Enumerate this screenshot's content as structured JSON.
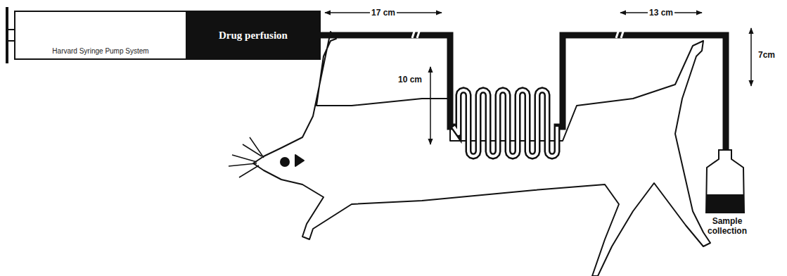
{
  "diagram": {
    "nodes": [
      {
        "text": [
          "Drug perfusion",
          "Harvard Syringe Pump System"
        ]
      },
      {
        "text": [
          "Sample collection"
        ]
      }
    ],
    "edges": [
      {
        "from": 0,
        "to": 1,
        "arrow": "none"
      }
    ],
    "labels": [
      "17 cm",
      "10 cm",
      "13 cm",
      "7cm"
    ]
  }
}
